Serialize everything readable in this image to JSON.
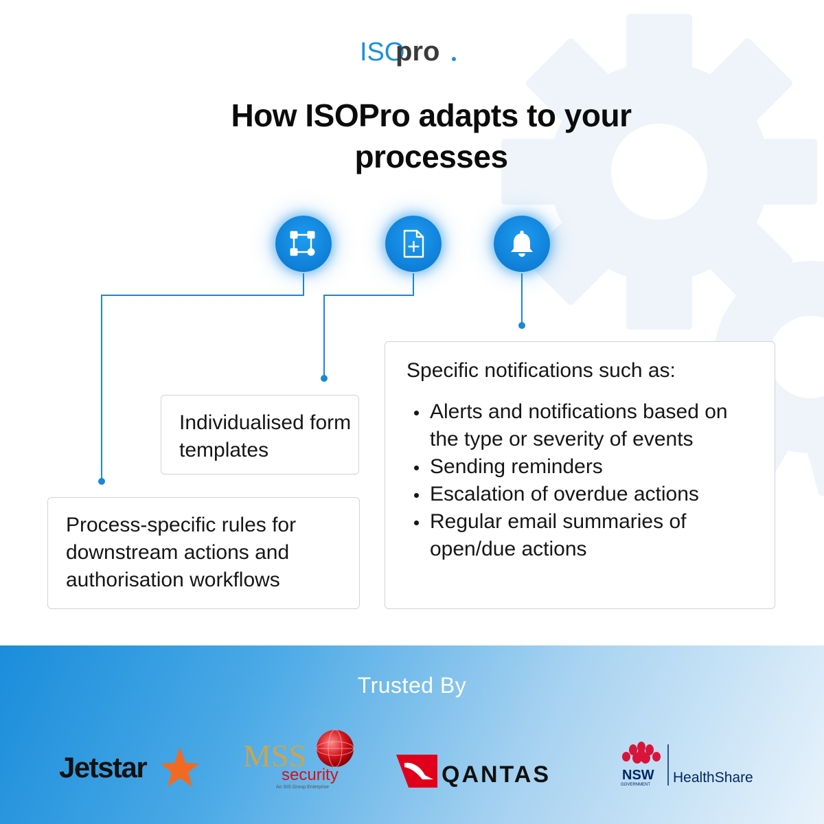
{
  "logo": {
    "iso": "ISO",
    "pro": "pro"
  },
  "title_line1": "How ISOPro adapts to your",
  "title_line2": "processes",
  "icons": [
    {
      "name": "workflow-icon"
    },
    {
      "name": "form-template-icon"
    },
    {
      "name": "bell-icon"
    }
  ],
  "cards": {
    "rules": "Process-specific rules for downstream actions and authorisation workflows",
    "templates": "Individualised form templates",
    "notifications": {
      "heading": "Specific notifications such as:",
      "items": [
        "Alerts and notifications based on the type or severity of events",
        "Sending reminders",
        "Escalation of overdue actions",
        "Regular email summaries of open/due actions"
      ]
    }
  },
  "trusted": {
    "label": "Trusted By",
    "brands": {
      "jetstar": "Jetstar",
      "mss": "MSS",
      "mss_sub": "security",
      "mss_tag": "An SIS Group Enterprise",
      "qantas": "QANTAS",
      "nsw": "NSW",
      "nsw_gov": "GOVERNMENT",
      "healthshare": "HealthShare"
    }
  },
  "colors": {
    "accent": "#1284d9",
    "line": "#1a86d6",
    "gear": "#eef4fa",
    "jetstar_orange": "#f26a21",
    "qantas_red": "#e0001b",
    "nsw_red": "#d7153a",
    "nsw_navy": "#002664",
    "mss_gold": "#c9a64f"
  }
}
